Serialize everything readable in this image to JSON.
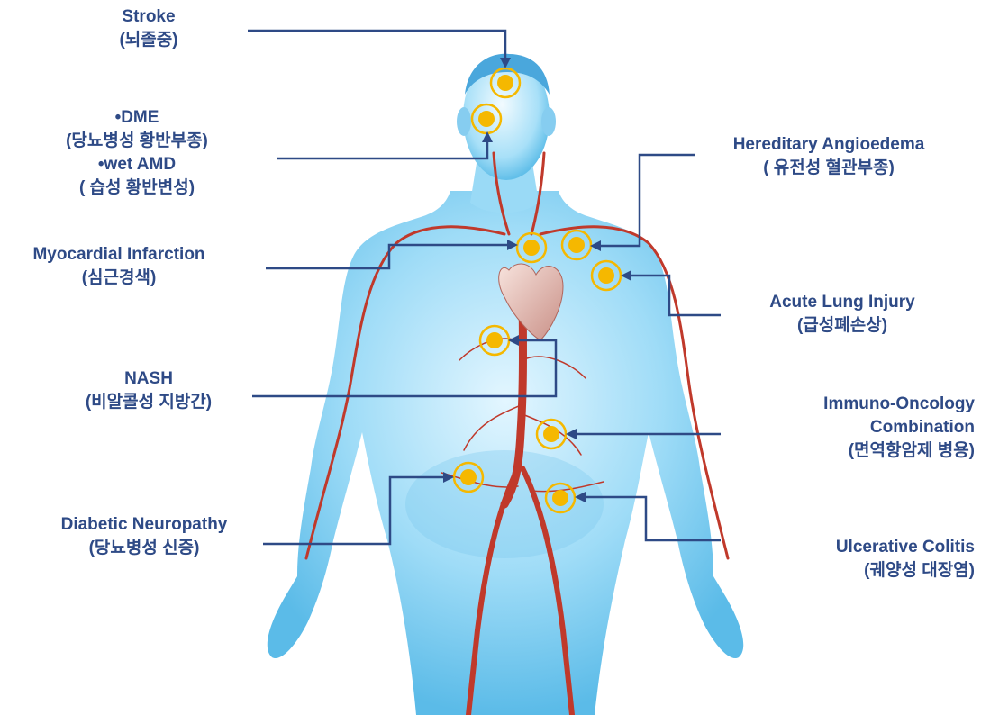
{
  "colors": {
    "label": "#2e4a86",
    "connector": "#2e4a86",
    "marker_fill": "#f5b800",
    "marker_ring": "#f5b800",
    "body": "#8fd3f5",
    "vessel": "#c0392b"
  },
  "labels": {
    "stroke": {
      "en": "Stroke",
      "ko": "(뇌졸중)"
    },
    "eye": {
      "line1": "•DME",
      "line2": "(당뇨병성 황반부종)",
      "line3": "•wet AMD",
      "line4": "( 습성 황반변성)"
    },
    "myocardial": {
      "en": "Myocardial Infarction",
      "ko": "(심근경색)"
    },
    "nash": {
      "en": "NASH",
      "ko": "(비알콜성 지방간)"
    },
    "diabetic": {
      "en": "Diabetic Neuropathy",
      "ko": "(당뇨병성 신증)"
    },
    "hereditary": {
      "en": "Hereditary Angioedema",
      "ko": "( 유전성 혈관부종)"
    },
    "lung": {
      "en": "Acute Lung Injury",
      "ko": "(급성폐손상)"
    },
    "immuno": {
      "en1": "Immuno-Oncology",
      "en2": "Combination",
      "ko": "(면역항암제 병용)"
    },
    "colitis": {
      "en": "Ulcerative Colitis",
      "ko": "(궤양성 대장염)"
    }
  }
}
